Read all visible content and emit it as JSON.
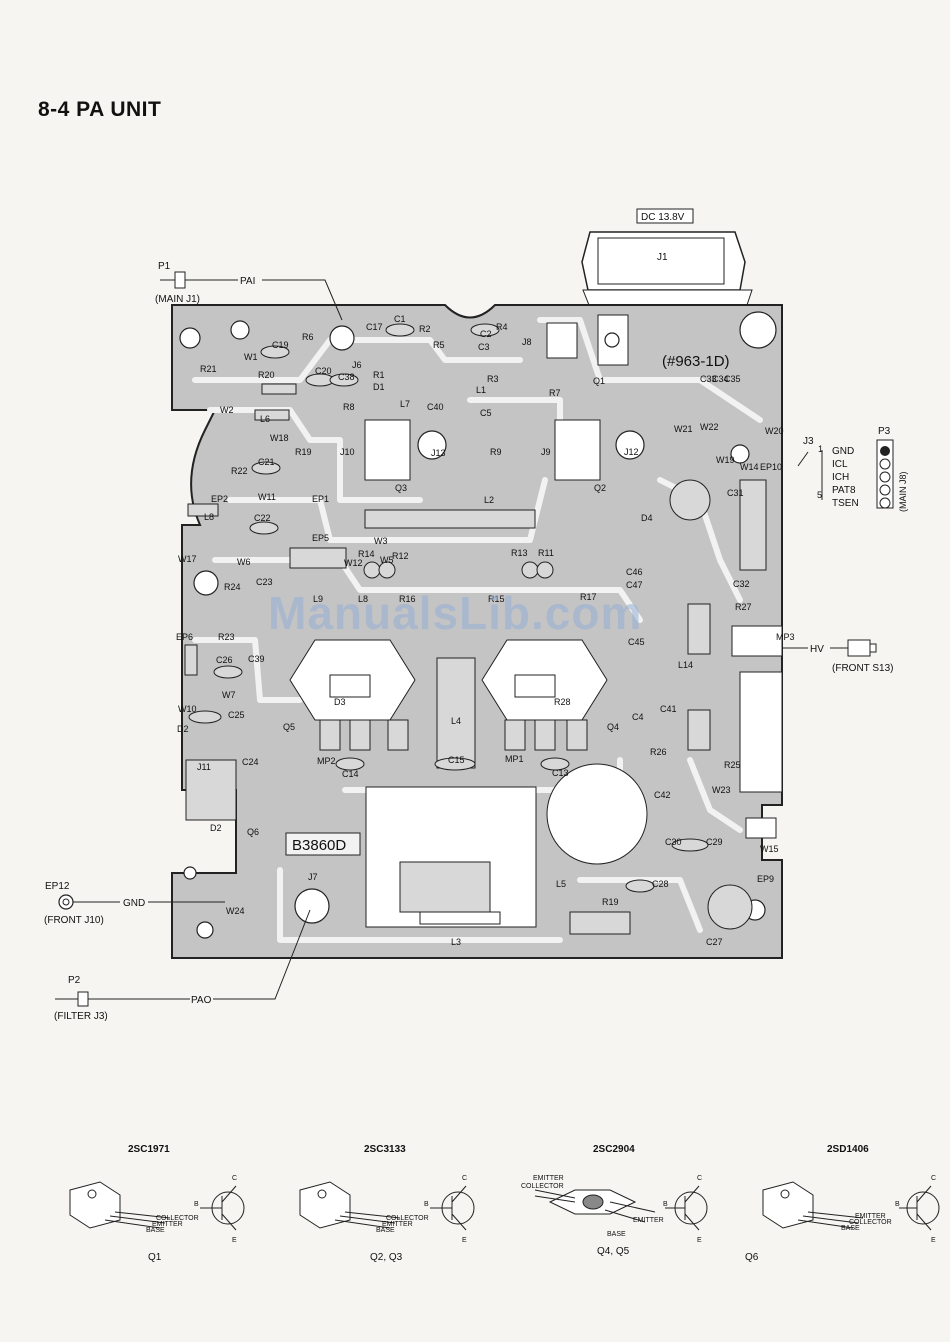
{
  "title": "8-4  PA UNIT",
  "watermark": "ManualsLib.com",
  "power": {
    "label": "DC 13.8V",
    "jack": "J1",
    "board_code": "(#963-1D)"
  },
  "left_connectors": [
    {
      "id": "P1",
      "signal": "PAI",
      "target": "(MAIN J1)"
    },
    {
      "id": "EP12",
      "signal": "GND",
      "target": "(FRONT J10)"
    },
    {
      "id": "P2",
      "signal": "PAO",
      "target": "(FILTER J3)"
    }
  ],
  "right_connectors": {
    "j3": "J3",
    "p3": "P3",
    "p3_target": "(MAIN J8)",
    "pins": [
      {
        "num": "1",
        "name": "GND"
      },
      {
        "num": "",
        "name": "ICL"
      },
      {
        "num": "",
        "name": "ICH"
      },
      {
        "num": "",
        "name": "PAT8"
      },
      {
        "num": "5",
        "name": "TSEN"
      }
    ],
    "hv": {
      "signal": "HV",
      "target": "(FRONT S13)"
    }
  },
  "board_stamp": "B3860D",
  "component_labels": [
    "R6",
    "C17",
    "C1",
    "R2",
    "C2",
    "C3",
    "R4",
    "R21",
    "W1",
    "C19",
    "R20",
    "C20",
    "C38",
    "R8",
    "R3",
    "R1",
    "R5",
    "D1",
    "J6",
    "L1",
    "J8",
    "R7",
    "C40",
    "C5",
    "L7",
    "W2",
    "L6",
    "W18",
    "R19",
    "J10",
    "J13",
    "R9",
    "J9",
    "J12",
    "W21",
    "W22",
    "W20",
    "W19",
    "W14",
    "EP10",
    "Q1",
    "C33",
    "C34",
    "C35",
    "R22",
    "C21",
    "W11",
    "EP1",
    "Q3",
    "L2",
    "Q2",
    "D4",
    "C31",
    "EP2",
    "L8",
    "C22",
    "W17",
    "EP5",
    "R14",
    "R12",
    "W3",
    "R13",
    "R11",
    "C46",
    "C47",
    "C32",
    "R27",
    "W12",
    "W5",
    "W6",
    "R24",
    "C23",
    "L8",
    "L9",
    "R16",
    "R15",
    "R17",
    "C45",
    "EP6",
    "R23",
    "C26",
    "C39",
    "W7",
    "W10",
    "C25",
    "D2",
    "J11",
    "D2",
    "Q6",
    "C24",
    "MP2",
    "C14",
    "C15",
    "MP1",
    "C13",
    "Q5",
    "D3",
    "L4",
    "R28",
    "Q4",
    "C4",
    "R26",
    "C41",
    "L14",
    "C42",
    "W23",
    "R25",
    "MP3",
    "W15",
    "C30",
    "C29",
    "EP9",
    "L5",
    "C28",
    "R19",
    "C27",
    "J7",
    "W24",
    "L3"
  ],
  "transistors": [
    {
      "type": "2SC1971",
      "pins": [
        "COLLECTOR",
        "EMITTER",
        "BASE"
      ],
      "refs": "Q1"
    },
    {
      "type": "2SC3133",
      "pins": [
        "COLLECTOR",
        "EMITTER",
        "BASE"
      ],
      "refs": "Q2, Q3"
    },
    {
      "type": "2SC2904",
      "pins": [
        "EMITTER",
        "COLLECTOR",
        "BASE",
        "EMITTER"
      ],
      "refs": "Q4, Q5"
    },
    {
      "type": "2SD1406",
      "pins": [
        "EMITTER",
        "COLLECTOR",
        "BASE"
      ],
      "refs": "Q6"
    }
  ],
  "pin_letters": {
    "c": "C",
    "b": "B",
    "e": "E"
  }
}
